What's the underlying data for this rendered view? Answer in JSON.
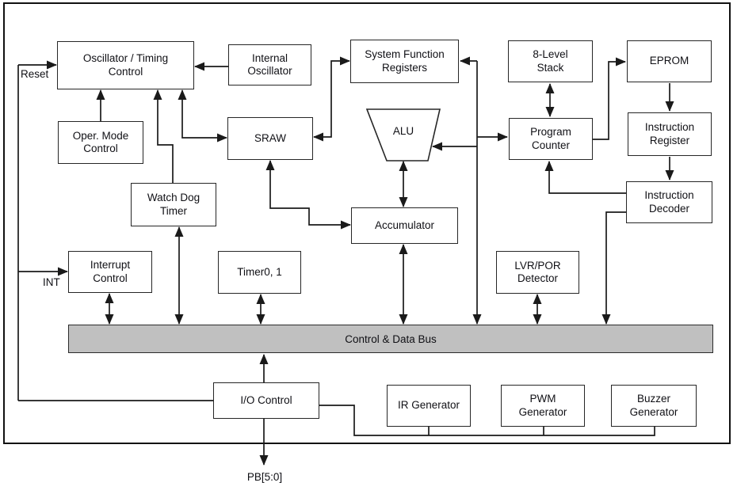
{
  "diagram": {
    "kind": "microcontroller-block-diagram",
    "bus_label": "Control & Data Bus"
  },
  "blocks": {
    "oscillator_timing_control": {
      "label": "Oscillator / Timing Control",
      "lines": [
        "Oscillator / Timing",
        "Control"
      ]
    },
    "internal_oscillator": {
      "label": "Internal Oscillator",
      "lines": [
        "Internal",
        "Oscillator"
      ]
    },
    "system_function_registers": {
      "label": "System Function Registers",
      "lines": [
        "System Function",
        "Registers"
      ]
    },
    "eight_level_stack": {
      "label": "8-Level Stack",
      "lines": [
        "8-Level",
        "Stack"
      ]
    },
    "eprom": {
      "label": "EPROM",
      "lines": [
        "EPROM"
      ]
    },
    "oper_mode_control": {
      "label": "Oper. Mode Control",
      "lines": [
        "Oper. Mode",
        "Control"
      ]
    },
    "sraw": {
      "label": "SRAW",
      "lines": [
        "SRAW"
      ]
    },
    "program_counter": {
      "label": "Program Counter",
      "lines": [
        "Program",
        "Counter"
      ]
    },
    "instruction_register": {
      "label": "Instruction Register",
      "lines": [
        "Instruction",
        "Register"
      ]
    },
    "watch_dog_timer": {
      "label": "Watch Dog Timer",
      "lines": [
        "Watch Dog",
        "Timer"
      ]
    },
    "instruction_decoder": {
      "label": "Instruction Decoder",
      "lines": [
        "Instruction",
        "Decoder"
      ]
    },
    "interrupt_control": {
      "label": "Interrupt Control",
      "lines": [
        "Interrupt",
        "Control"
      ]
    },
    "timer01": {
      "label": "Timer0, 1",
      "lines": [
        "Timer0, 1"
      ]
    },
    "alu": {
      "label": "ALU",
      "lines": [
        "ALU"
      ]
    },
    "accumulator": {
      "label": "Accumulator",
      "lines": [
        "Accumulator"
      ]
    },
    "lvr_por_detector": {
      "label": "LVR/POR Detector",
      "lines": [
        "LVR/POR",
        "Detector"
      ]
    },
    "control_data_bus": {
      "label": "Control & Data Bus",
      "lines": [
        "Control & Data Bus"
      ]
    },
    "io_control": {
      "label": "I/O Control",
      "lines": [
        "I/O Control"
      ]
    },
    "ir_generator": {
      "label": "IR Generator",
      "lines": [
        "IR Generator"
      ]
    },
    "pwm_generator": {
      "label": "PWM Generator",
      "lines": [
        "PWM",
        "Generator"
      ]
    },
    "buzzer_generator": {
      "label": "Buzzer Generator",
      "lines": [
        "Buzzer",
        "Generator"
      ]
    }
  },
  "pins": {
    "reset": "Reset",
    "int": "INT",
    "port_b": "PB[5:0]"
  },
  "colors": {
    "background": "#ffffff",
    "bus_fill": "#c0c0c0",
    "line": "#1a1a1a",
    "border": "#111111"
  }
}
